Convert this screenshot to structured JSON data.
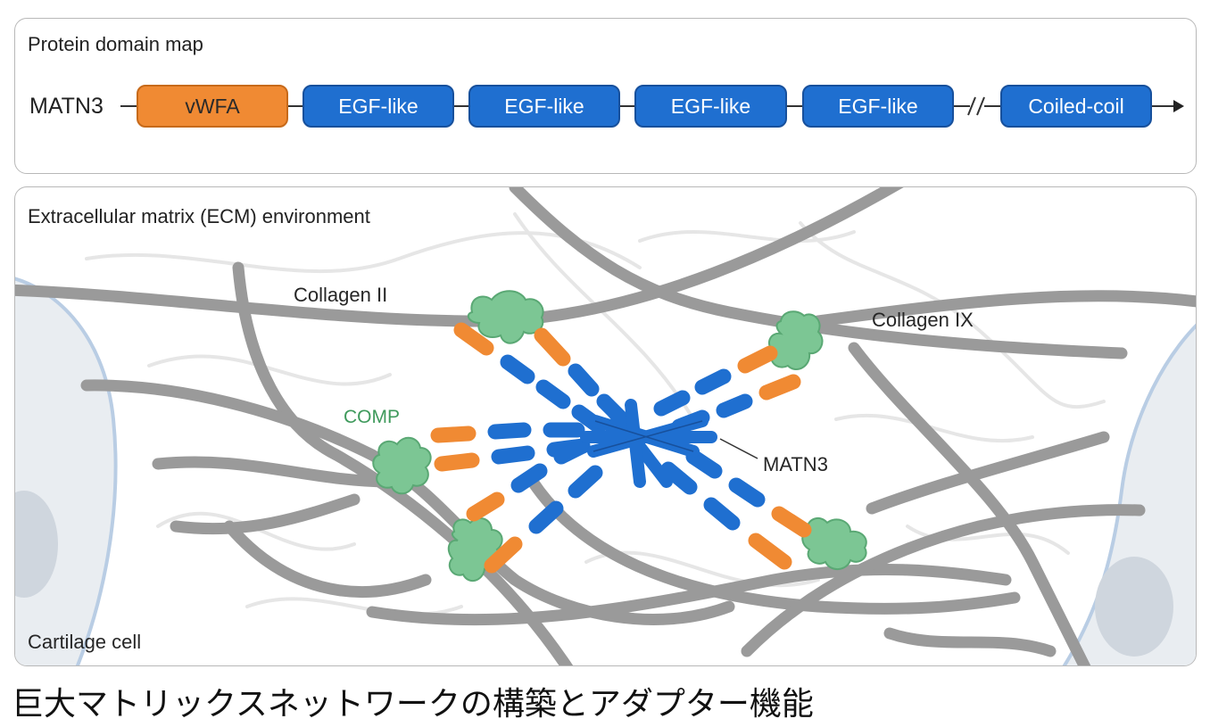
{
  "domain_map": {
    "title": "Protein domain map",
    "protein": "MATN3",
    "domains": [
      {
        "label": "vWFA"
      },
      {
        "label": "EGF-like"
      },
      {
        "label": "EGF-like"
      },
      {
        "label": "EGF-like"
      },
      {
        "label": "EGF-like"
      },
      {
        "label": "Coiled-coil"
      }
    ]
  },
  "ecm": {
    "title": "Extracellular matrix (ECM) environment",
    "labels": {
      "collagen_ii": "Collagen II",
      "collagen_ix": "Collagen IX",
      "comp": "COMP",
      "matn3": "MATN3",
      "cartilage_cell": "Cartilage cell"
    }
  },
  "caption": "巨大マトリックスネットワークの構築とアダプター機能",
  "colors": {
    "vwfa": "#f08a33",
    "egf": "#1f6fd0",
    "comp": "#7cc694",
    "collagen": "#8f8f8f",
    "cell_membrane": "#b9cde4"
  }
}
